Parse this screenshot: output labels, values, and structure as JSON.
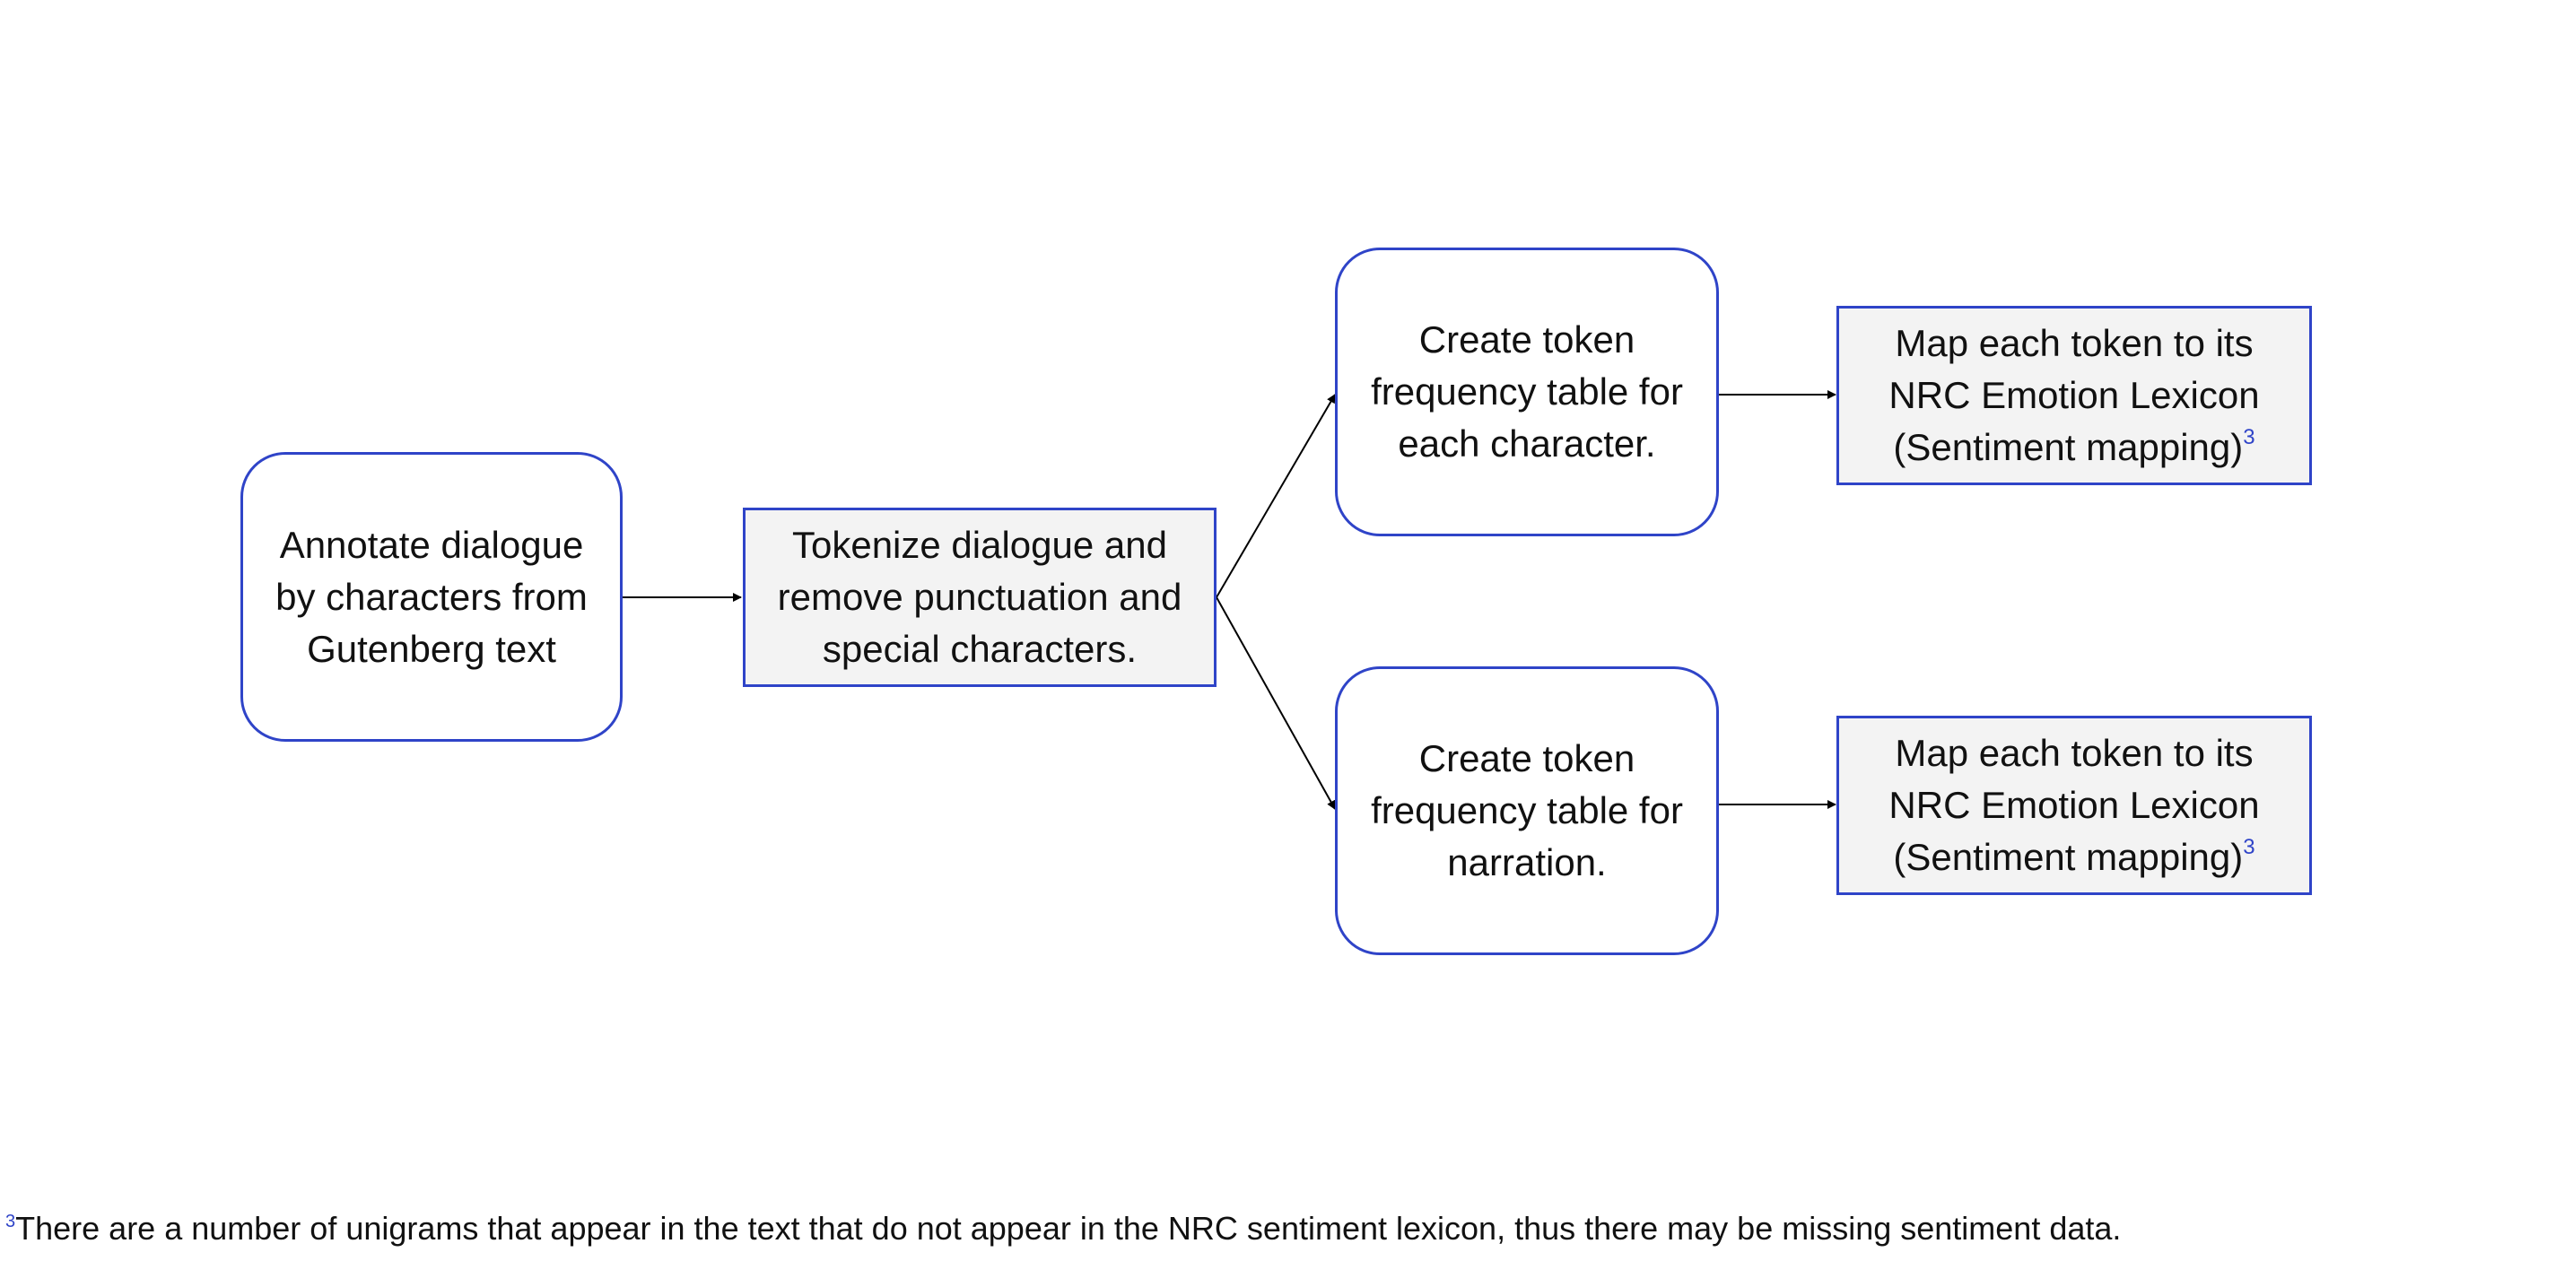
{
  "diagram": {
    "nodes": {
      "annotate": {
        "lines": [
          "Annotate dialogue",
          "by characters from",
          "Gutenberg text"
        ]
      },
      "tokenize": {
        "lines": [
          "Tokenize dialogue and",
          "remove punctuation and",
          "special characters."
        ]
      },
      "freq_character": {
        "lines": [
          "Create token",
          "frequency table for",
          "each character."
        ]
      },
      "freq_narration": {
        "lines": [
          "Create token",
          "frequency table for",
          "narration."
        ]
      },
      "map_character": {
        "lines": [
          "Map each token to its",
          "NRC Emotion Lexicon",
          "(Sentiment mapping)"
        ],
        "footnote_ref": "3"
      },
      "map_narration": {
        "lines": [
          "Map each token to its",
          "NRC Emotion Lexicon",
          "(Sentiment mapping)"
        ],
        "footnote_ref": "3"
      }
    },
    "colors": {
      "node_border": "#2f44c8",
      "square_fill": "#f3f3f3",
      "rounded_fill": "#ffffff",
      "arrow": "#000000"
    }
  },
  "footnote": {
    "marker": "3",
    "text": "There are a number of unigrams that appear in the text that do not appear in the NRC sentiment lexicon, thus there may be missing sentiment data."
  }
}
